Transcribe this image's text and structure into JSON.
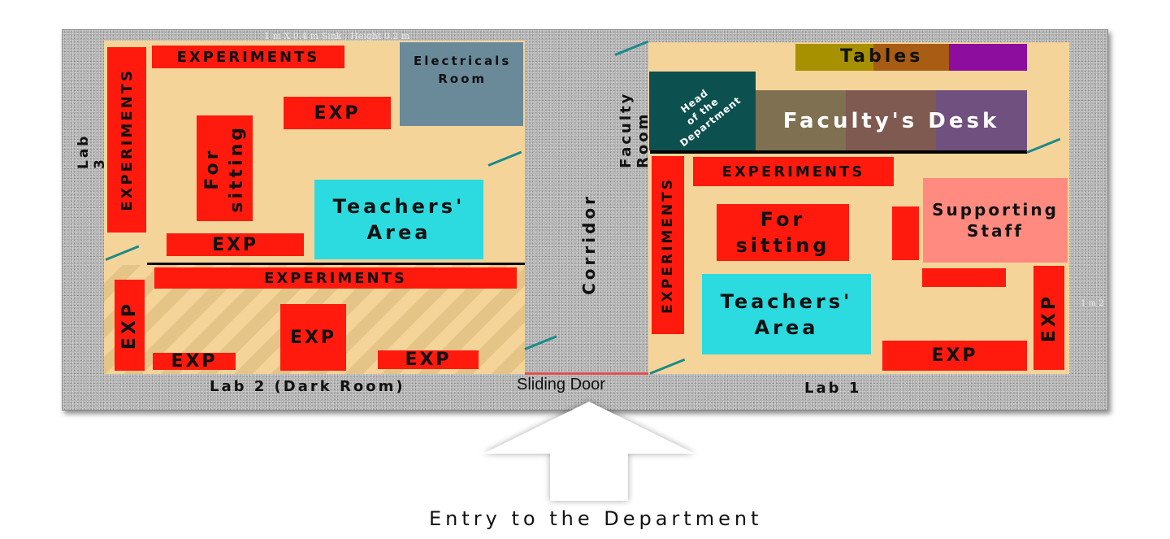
{
  "floor": {
    "faint_note": "1 m X 0.4 m Sink ; Height 0.2 m",
    "faint_right": "1 m 2"
  },
  "lab2": {
    "name": "Lab 2 (Dark Room)",
    "lab3_label": "Lab 3",
    "electricals": "Electricals\nRoom",
    "experiments_top": "EXPERIMENTS",
    "experiments_left": "EXPERIMENTS",
    "experiments_mid": "EXPERIMENTS",
    "exp_upper": "EXP",
    "exp_mid": "EXP",
    "exp_left": "EXP",
    "exp_bottom_1": "EXP",
    "exp_bottom_2": "EXP",
    "exp_bottom_3": "EXP",
    "for_sitting": "For\nsitting",
    "teachers_area": "Teachers'\nArea"
  },
  "corridor": {
    "label": "Corridor",
    "faculty_room": "Faculty Room",
    "sliding_door": "Sliding Door"
  },
  "lab1": {
    "name": "Lab 1",
    "tables": "Tables",
    "hod": "Head\nof the\nDepartment",
    "faculty_desk": "Faculty's Desk",
    "experiments_top": "EXPERIMENTS",
    "experiments_left": "EXPERIMENTS",
    "for_sitting": "For\nsitting",
    "supporting_staff": "Supporting\nStaff",
    "teachers_area": "Teachers'\nArea",
    "exp_bottom": "EXP",
    "exp_right": "EXP"
  },
  "entry": {
    "label": "Entry to the Department"
  },
  "colors": {
    "room": "#f5d49a",
    "experiment_red": "#ff1a0d",
    "teachers_cyan": "#2bdbe0",
    "electricals": "#6a8a9a",
    "hod": "#0d5050",
    "supporting_staff": "#ff8a80",
    "door_teal": "#1a8a8a"
  }
}
